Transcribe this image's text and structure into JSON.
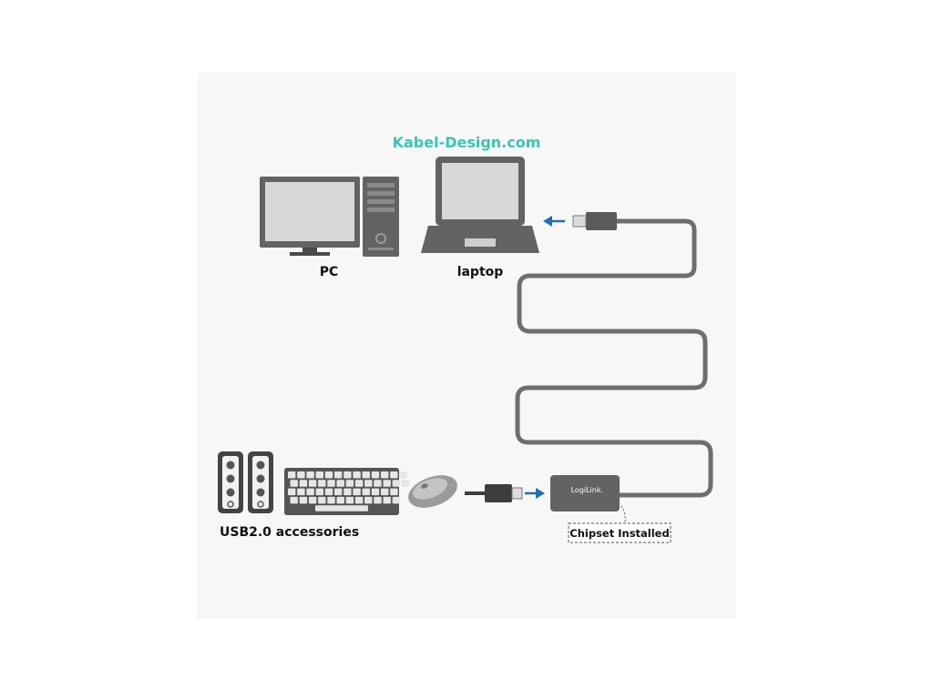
{
  "watermark": "Kabel-Design.com",
  "labels": {
    "pc": "PC",
    "laptop": "laptop",
    "accessories": "USB2.0 accessories",
    "chipset": "Chipset Installed"
  },
  "adapter_logo": "LogiLink.",
  "colors": {
    "watermark": "#3cc4b0",
    "device": "#636363",
    "device_dark": "#3d3d3d",
    "screen": "#d8d8d8",
    "cable": "#6e6e6e",
    "arrow": "#1f6fb5",
    "panel": "#f7f7f7"
  }
}
